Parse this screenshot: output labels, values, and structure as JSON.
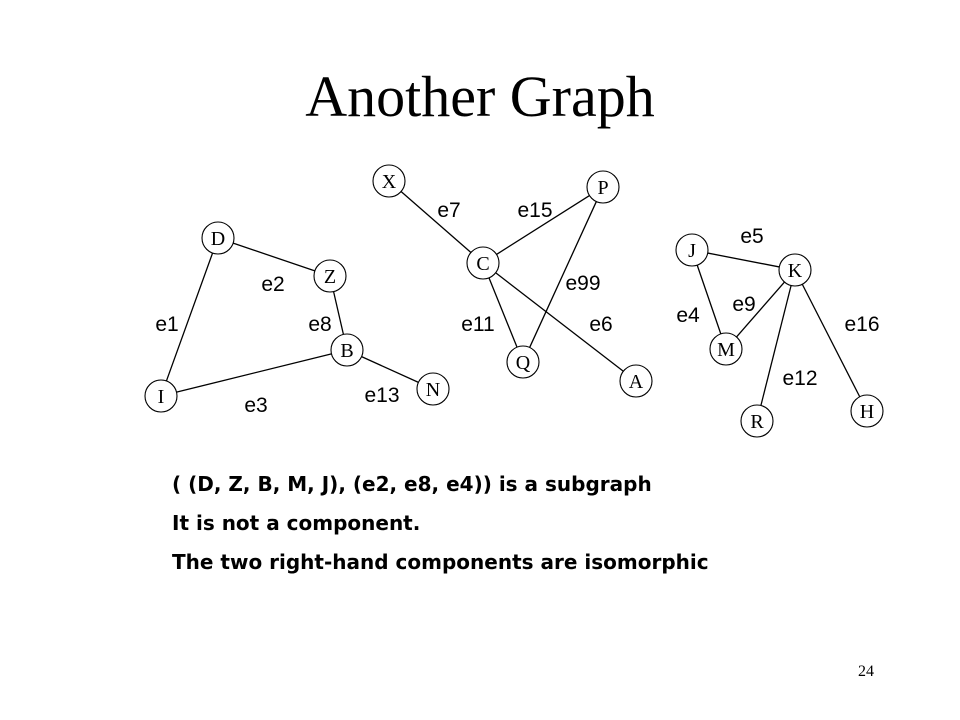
{
  "title": "Another Graph",
  "graph": {
    "nodes": [
      "D",
      "Z",
      "B",
      "I",
      "N",
      "X",
      "P",
      "C",
      "Q",
      "A",
      "J",
      "K",
      "M",
      "R",
      "H"
    ],
    "edges": [
      {
        "label": "e1",
        "from": "D",
        "to": "I"
      },
      {
        "label": "e2",
        "from": "D",
        "to": "Z"
      },
      {
        "label": "e8",
        "from": "Z",
        "to": "B"
      },
      {
        "label": "e3",
        "from": "I",
        "to": "B"
      },
      {
        "label": "e13",
        "from": "B",
        "to": "N"
      },
      {
        "label": "e7",
        "from": "X",
        "to": "C"
      },
      {
        "label": "e15",
        "from": "C",
        "to": "P"
      },
      {
        "label": "e99",
        "from": "P",
        "to": "Q"
      },
      {
        "label": "e11",
        "from": "C",
        "to": "Q"
      },
      {
        "label": "e6",
        "from": "C",
        "to": "A"
      },
      {
        "label": "e5",
        "from": "J",
        "to": "K"
      },
      {
        "label": "e4",
        "from": "J",
        "to": "M"
      },
      {
        "label": "e9",
        "from": "K",
        "to": "M"
      },
      {
        "label": "e12",
        "from": "K",
        "to": "R"
      },
      {
        "label": "e16",
        "from": "K",
        "to": "H"
      }
    ]
  },
  "captions": [
    "( (D, Z, B, M, J), (e2, e8, e4)) is a subgraph",
    "It is not a component.",
    "The two right-hand components are isomorphic"
  ],
  "page_number": "24"
}
